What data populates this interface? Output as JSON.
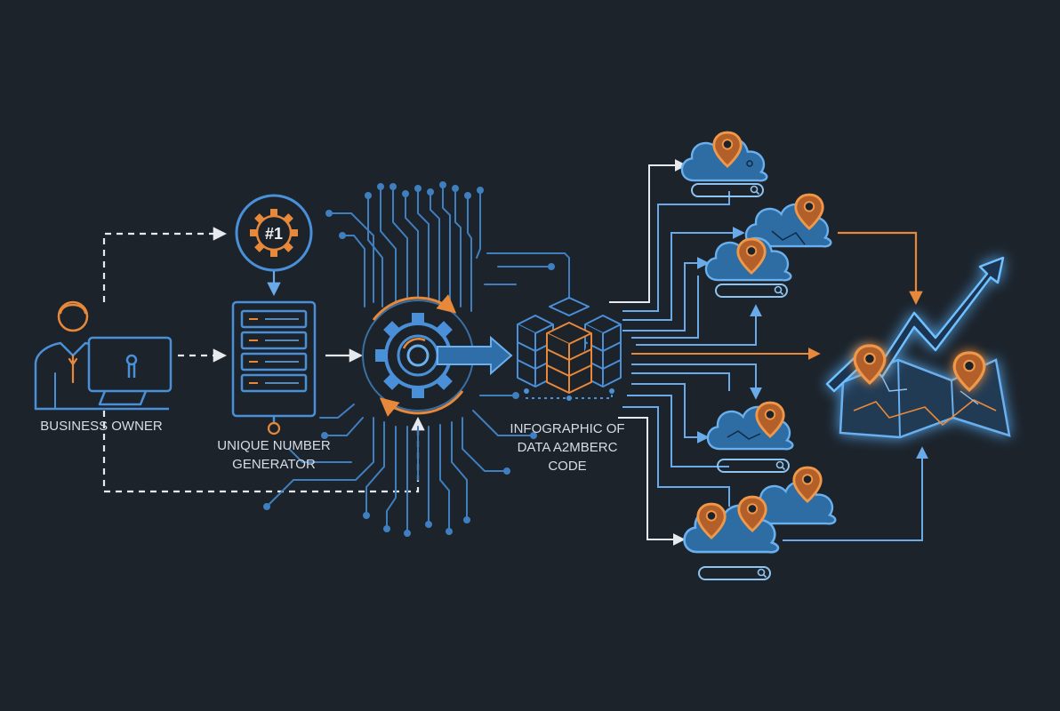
{
  "labels": {
    "business_owner": "BUSINESS OWNER",
    "generator_line1": "UNIQUE NUMBER",
    "generator_line2": "GENERATOR",
    "infographic_line1": "INFOGRAPHIC OF",
    "infographic_line2": "DATA A2MBERC",
    "infographic_line3": "CODE",
    "badge": "#1"
  },
  "colors": {
    "background": "#1c232b",
    "line_blue": "#4a90d9",
    "fill_blue": "#2f6ea8",
    "accent_orange": "#e8883a",
    "glow_blue": "#5fb8ff",
    "text": "#d8dde3",
    "dashed_white": "#e6e9ee"
  },
  "icons": [
    "person-icon",
    "monitor-icon",
    "gear-icon",
    "server-rack-icon",
    "central-gear-icon",
    "circuit-icon",
    "database-cubes-icon",
    "cloud-icon",
    "location-pin-icon",
    "search-bar-icon",
    "map-icon",
    "trend-arrow-icon"
  ]
}
